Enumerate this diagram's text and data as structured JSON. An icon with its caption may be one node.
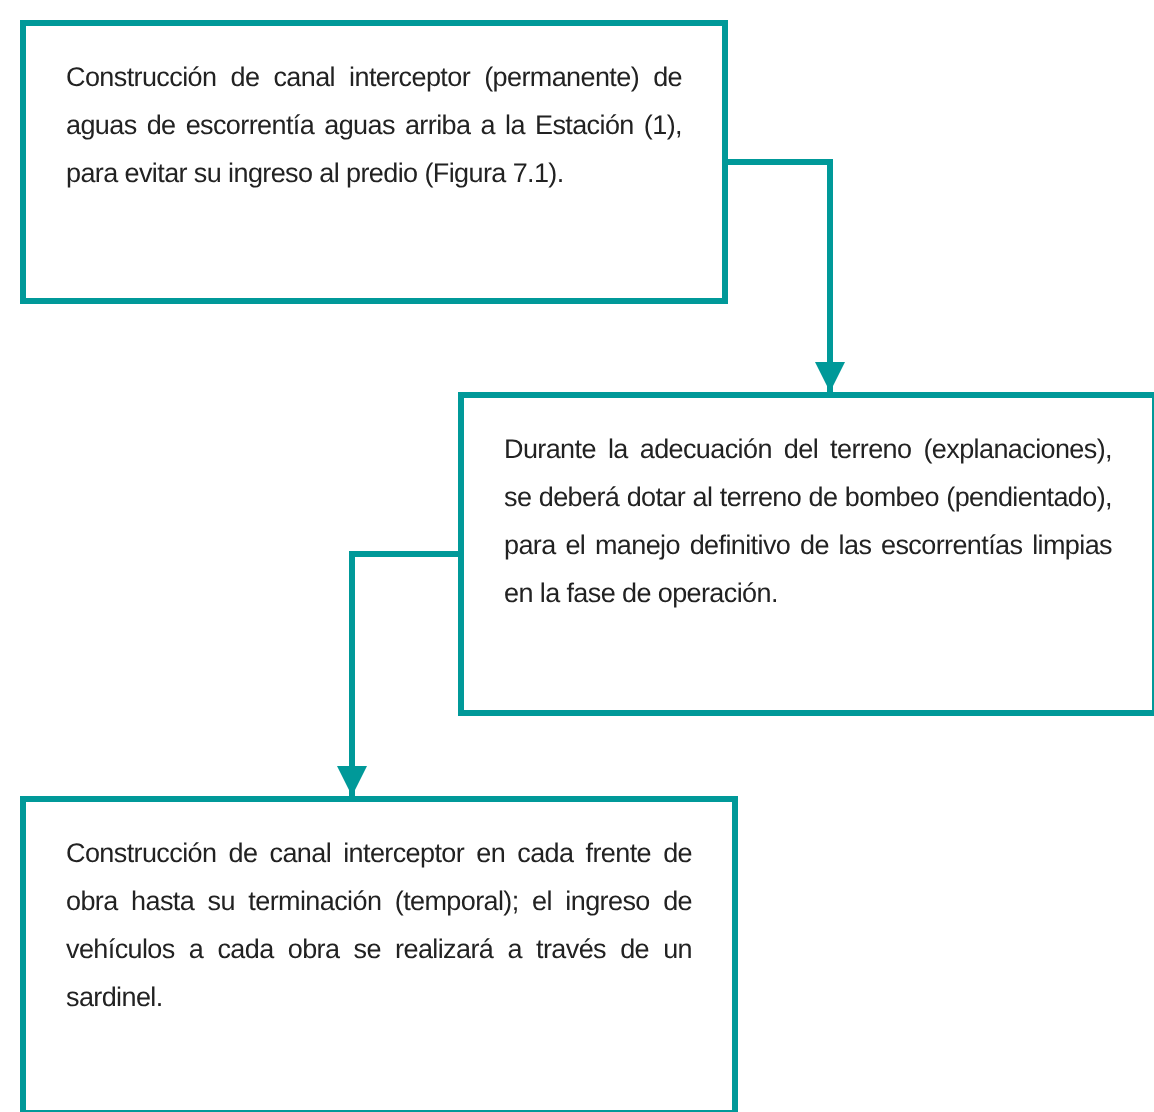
{
  "diagram": {
    "nodes": [
      {
        "text": [
          "Construcción de canal interceptor (permanente) de aguas de escorrentía aguas arriba a la Estación (1), para evitar su ingreso al predio (Figura 7.1)."
        ]
      },
      {
        "text": [
          "Durante la adecuación del terreno (explanaciones), se deberá dotar al terreno de bombeo (pendientado), para el manejo definitivo de las escorrentías limpias en la fase de operación."
        ]
      },
      {
        "text": [
          "Construcción de canal interceptor en cada frente de obra hasta su terminación (temporal); el ingreso de vehículos a cada obra se realizará a través de un sardinel."
        ]
      }
    ],
    "edges": [
      {
        "from": 0,
        "to": 1,
        "arrow": "to"
      },
      {
        "from": 1,
        "to": 2,
        "arrow": "to"
      }
    ]
  }
}
